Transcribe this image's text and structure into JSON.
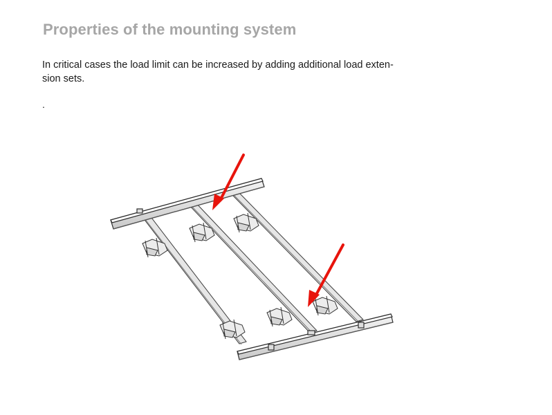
{
  "slide": {
    "title": "Properties of the mounting system",
    "body_lines": [
      "In critical cases the load limit can be increased by adding additional load exten-",
      "sion sets."
    ],
    "stray_mark": "."
  },
  "figure": {
    "subject": "mounting-rack-illustration",
    "arrow_color": "#e8140c",
    "arrow_count": 2
  }
}
